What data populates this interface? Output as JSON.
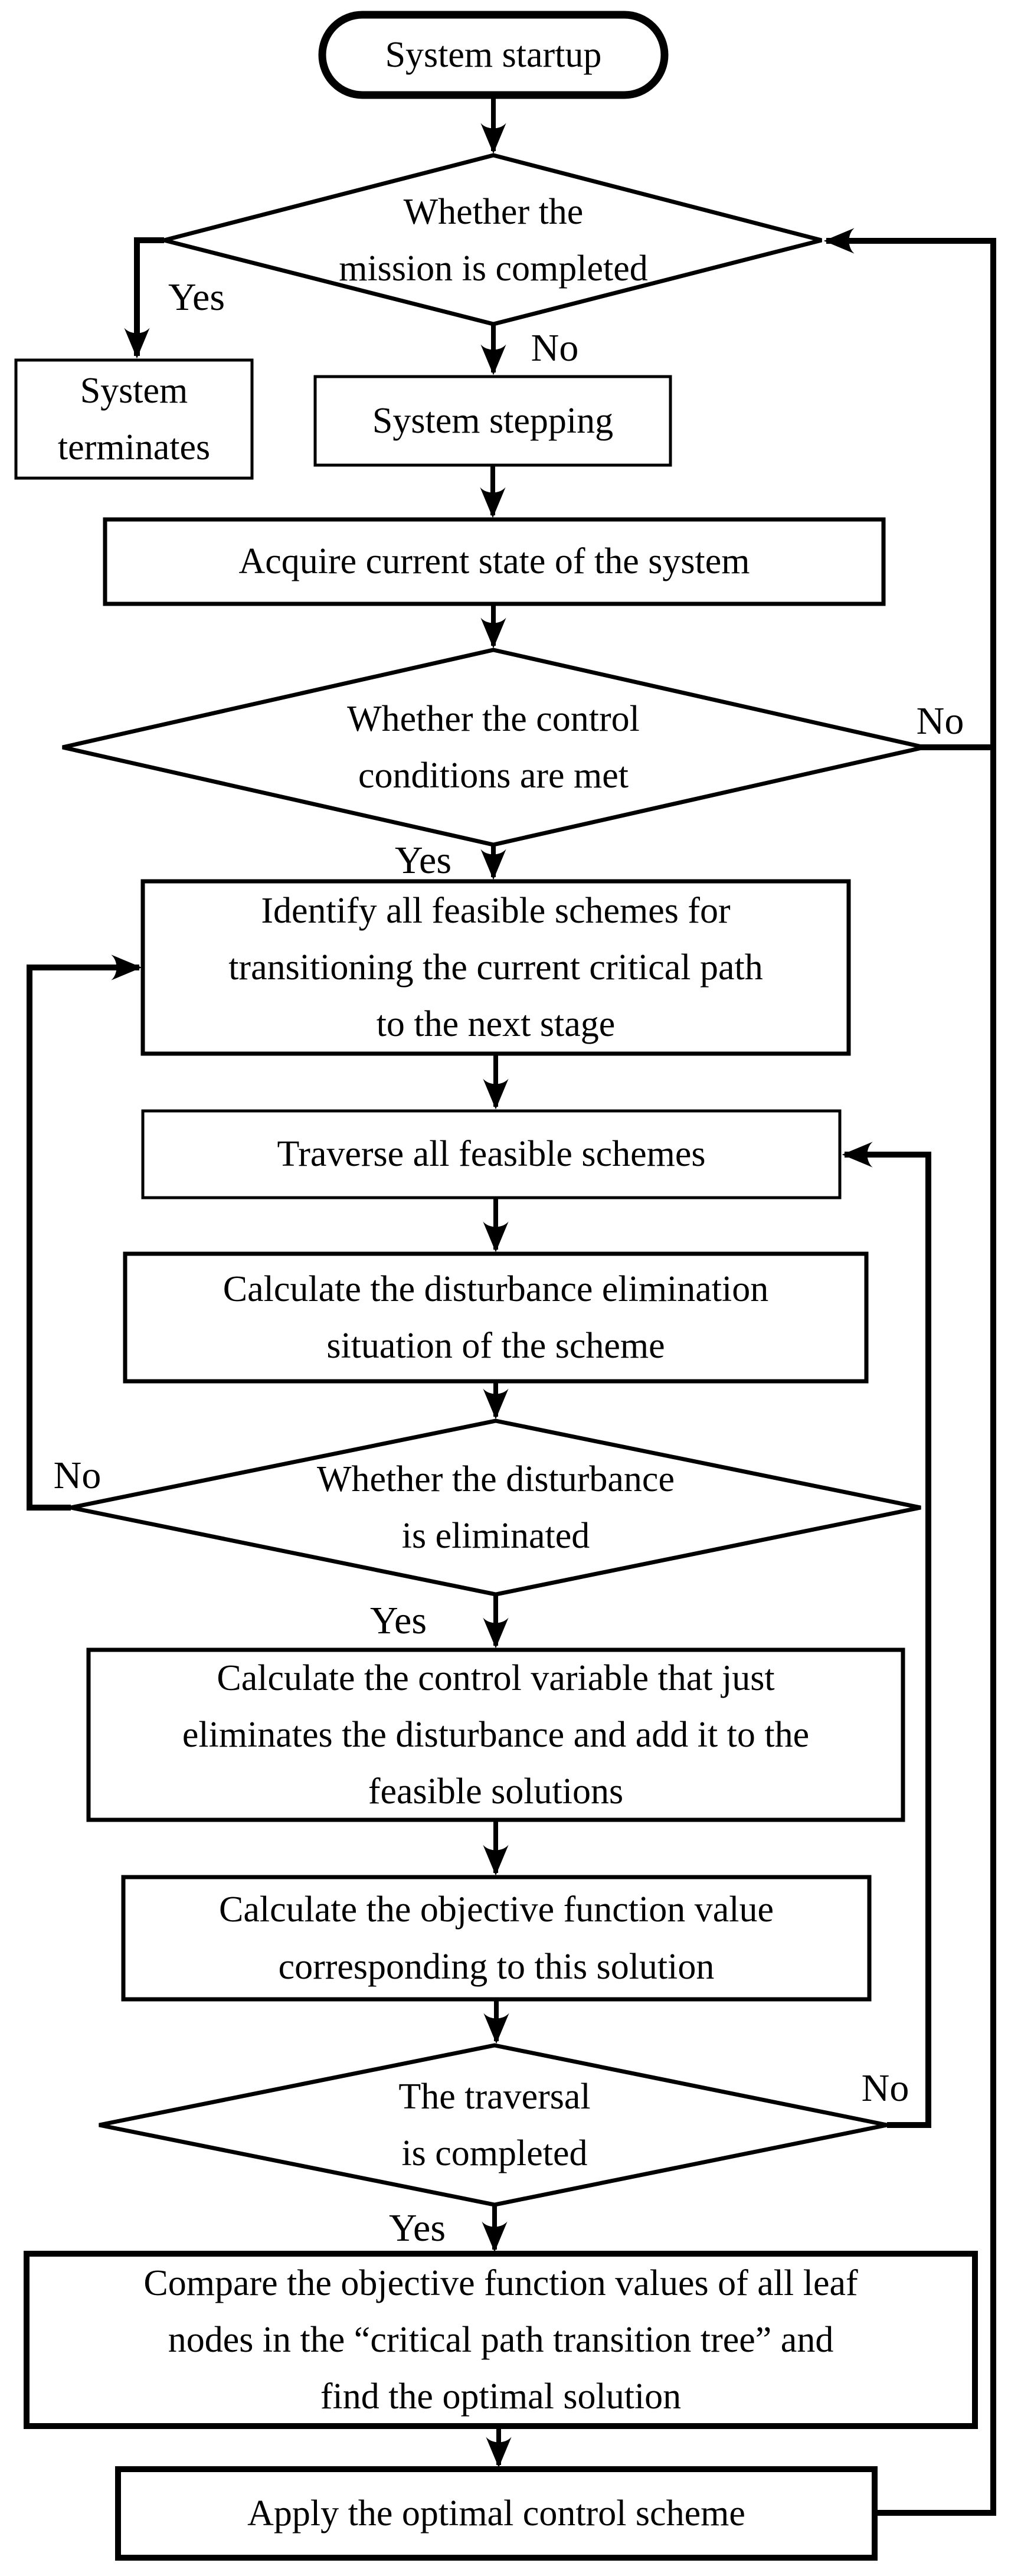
{
  "colors": {
    "ink": "#000000",
    "background": "#ffffff"
  },
  "nodes": {
    "startup": "System startup",
    "mission_completed": "Whether the\nmission is completed",
    "terminates": "System\nterminates",
    "stepping": "System stepping",
    "acquire": "Acquire current state of the system",
    "control_met": "Whether the control\nconditions are met",
    "identify": "Identify all feasible schemes for\ntransitioning the current critical path\nto the next stage",
    "traverse": "Traverse all feasible schemes",
    "calc_disturbance": "Calculate the disturbance elimination\nsituation of the scheme",
    "disturbance_eliminated": "Whether the disturbance\nis eliminated",
    "calc_control": "Calculate the control variable that just\neliminates the disturbance and add it to the\nfeasible solutions",
    "calc_objective": "Calculate the objective function value\ncorresponding to this solution",
    "traversal_completed": "The traversal\nis completed",
    "compare": "Compare the objective function values of all leaf\nnodes in the “critical path transition tree” and\nfind the optimal solution",
    "apply": "Apply the optimal control scheme"
  },
  "branches": {
    "mission_yes": "Yes",
    "mission_no": "No",
    "control_yes": "Yes",
    "control_no": "No",
    "disturbance_yes": "Yes",
    "disturbance_no": "No",
    "traversal_yes": "Yes",
    "traversal_no": "No"
  }
}
